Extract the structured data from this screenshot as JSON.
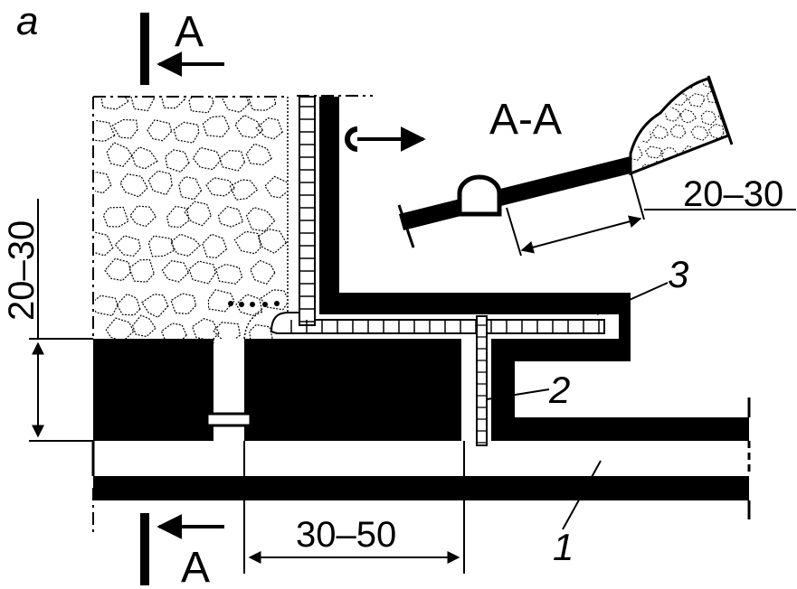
{
  "figure": {
    "panel_label": "a",
    "section_marker": "A",
    "section_title": "A-A",
    "dim_height": "20–30",
    "dim_width": "30–50",
    "dim_section": "20–30",
    "callouts": [
      "1",
      "2",
      "3"
    ]
  },
  "colors": {
    "ink": "#000000",
    "paper": "#ffffff"
  }
}
